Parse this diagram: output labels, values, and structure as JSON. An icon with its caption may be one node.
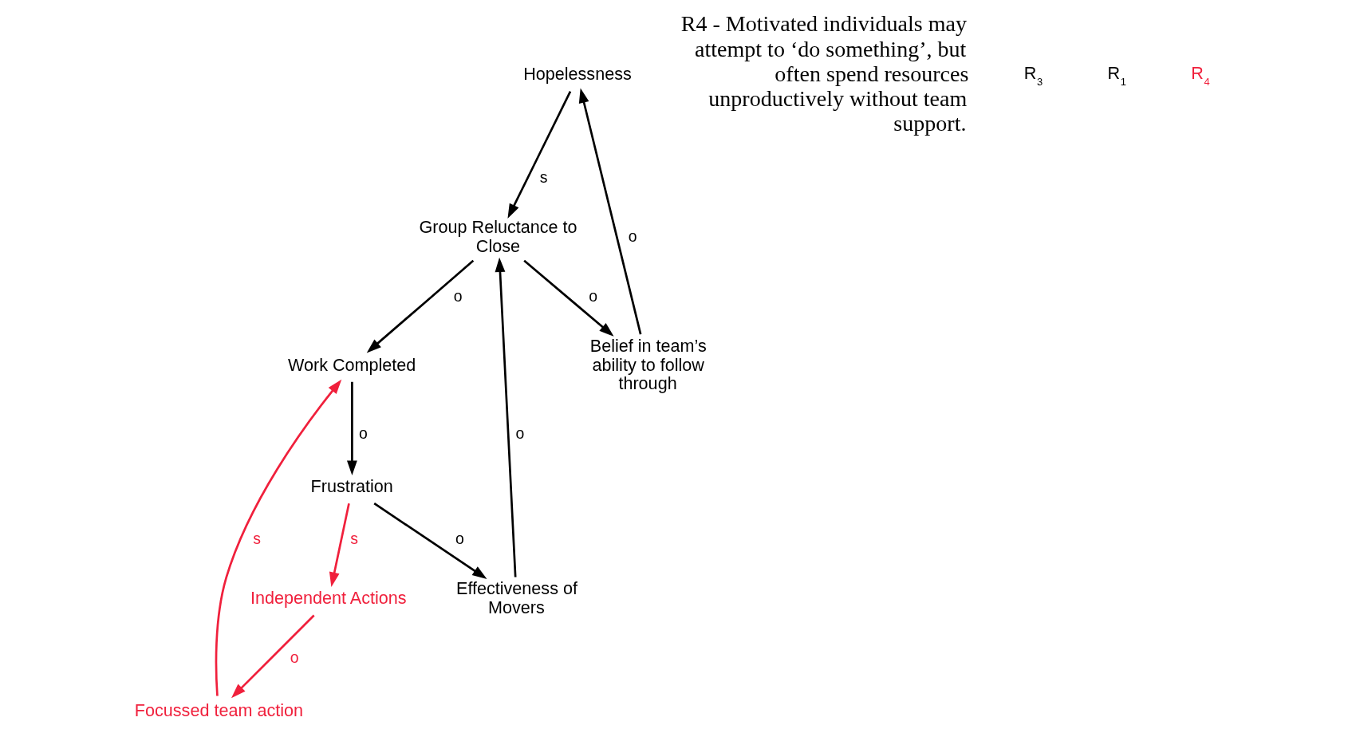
{
  "diagram": {
    "nodes": [
      {
        "text": [
          "Hopelessness"
        ]
      },
      {
        "text": [
          "Belief in team’s ability to follow through"
        ]
      },
      {
        "text": [
          "Group Reluctance to Close"
        ]
      },
      {
        "text": [
          "Work Completed"
        ]
      },
      {
        "text": [
          "Frustration"
        ]
      },
      {
        "text": [
          "Effectiveness of Movers"
        ]
      },
      {
        "text": [
          "Independent Actions"
        ]
      },
      {
        "text": [
          "Focussed team action"
        ]
      }
    ],
    "edges": [
      {
        "from": 1,
        "to": 0,
        "arrow": "to",
        "label": "o"
      },
      {
        "from": 0,
        "to": 2,
        "arrow": "to",
        "label": "s"
      },
      {
        "from": 2,
        "to": 1,
        "arrow": "to",
        "label": "o"
      },
      {
        "from": 2,
        "to": 3,
        "arrow": "to",
        "label": "o"
      },
      {
        "from": 3,
        "to": 4,
        "arrow": "to",
        "label": "o"
      },
      {
        "from": 4,
        "to": 5,
        "arrow": "to",
        "label": "o"
      },
      {
        "from": 5,
        "to": 2,
        "arrow": "to",
        "label": "o"
      },
      {
        "from": 4,
        "to": 6,
        "arrow": "to",
        "label": "s",
        "color": "#f0203c"
      },
      {
        "from": 6,
        "to": 7,
        "arrow": "to",
        "label": "o",
        "color": "#f0203c"
      },
      {
        "from": 7,
        "to": 3,
        "arrow": "to",
        "label": "s",
        "color": "#f0203c"
      }
    ],
    "labels": [
      "R4 - Motivated individuals may attempt to ‘do something’, but often spend resources unproductively without team support.",
      "R$_{3}$",
      "R$_{1}$",
      "R$_{4}$"
    ]
  }
}
